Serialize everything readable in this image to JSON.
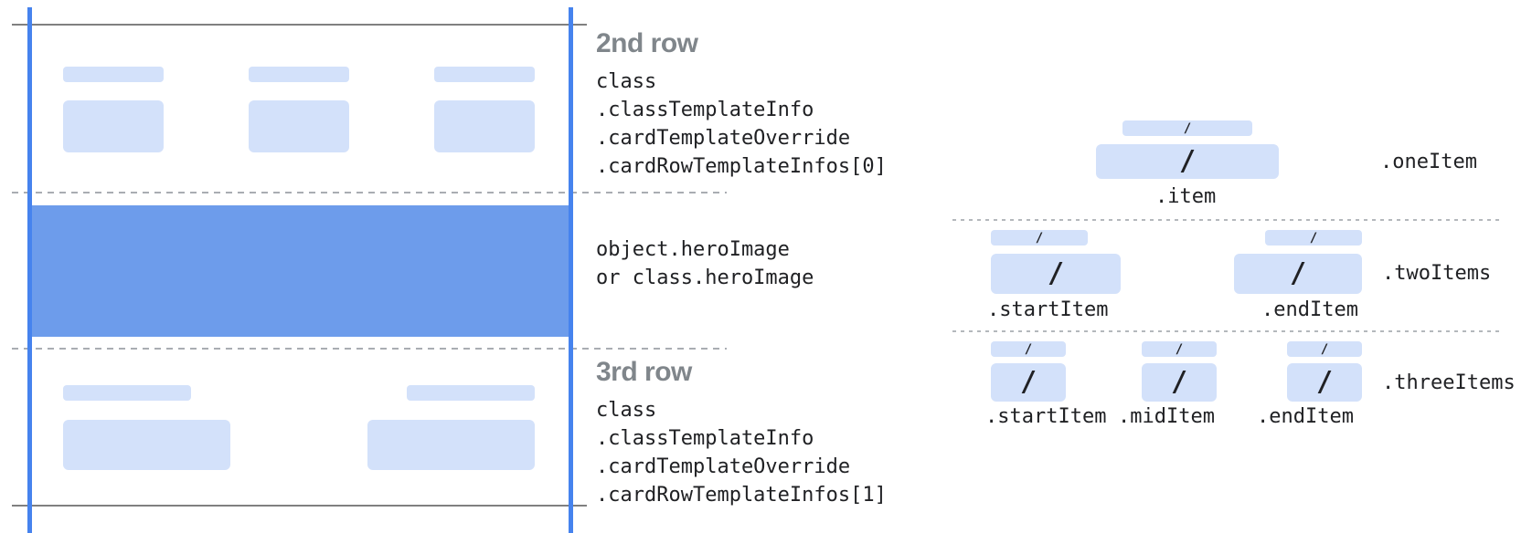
{
  "colors": {
    "placeholder_blue": "#d3e1fa",
    "hero_blue": "#6d9ceb",
    "guide_line_blue": "#4683ee",
    "solid_line_gray": "#808080",
    "dashed_line_gray": "#a9adb2",
    "heading_gray": "#80868b",
    "code_text": "#202124"
  },
  "card": {
    "row2": {
      "heading": "2nd row",
      "code_lines": [
        "class",
        ".classTemplateInfo",
        ".cardTemplateOverride",
        ".cardRowTemplateInfos[0]"
      ]
    },
    "hero": {
      "code_lines": [
        "object.heroImage",
        "or class.heroImage"
      ]
    },
    "row3": {
      "heading": "3rd row",
      "code_lines": [
        "class",
        ".classTemplateInfo",
        ".cardTemplateOverride",
        ".cardRowTemplateInfos[1]"
      ]
    }
  },
  "items_panel": {
    "slash": "/",
    "one_item": {
      "side_label": ".oneItem",
      "item_label": ".item"
    },
    "two_items": {
      "side_label": ".twoItems",
      "start_label": ".startItem",
      "end_label": ".endItem"
    },
    "three_items": {
      "side_label": ".threeItems",
      "start_label": ".startItem",
      "mid_label": ".midItem",
      "end_label": ".endItem"
    }
  }
}
